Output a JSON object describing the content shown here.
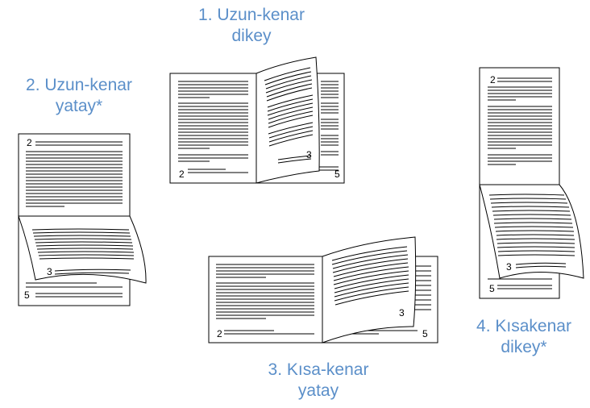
{
  "layouts": [
    {
      "id": "long-edge-portrait",
      "line1": "1. Uzun-kenar",
      "line2": "dikey",
      "pages": [
        "2",
        "3",
        "5"
      ]
    },
    {
      "id": "long-edge-landscape",
      "line1": "2. Uzun-kenar",
      "line2": "yatay*",
      "pages": [
        "2",
        "3",
        "5"
      ]
    },
    {
      "id": "short-edge-landscape",
      "line1": "3. Kısa-kenar",
      "line2": "yatay",
      "pages": [
        "2",
        "3",
        "5"
      ]
    },
    {
      "id": "short-edge-portrait",
      "line1": "4. Kısakenar",
      "line2": "dikey*",
      "pages": [
        "2",
        "3",
        "5"
      ]
    }
  ],
  "colors": {
    "label": "#5b8fc9",
    "ink": "#000000"
  }
}
